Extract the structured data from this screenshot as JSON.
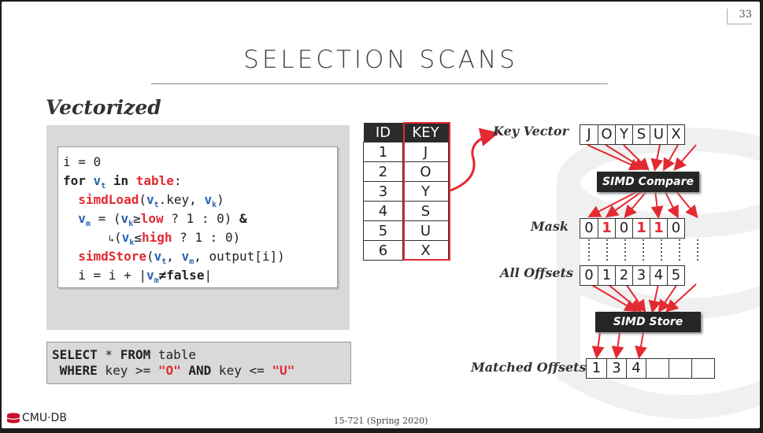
{
  "slide": {
    "page_number": "33",
    "title": "SELECTION SCANS",
    "subtitle": "Vectorized",
    "footer": "15-721 (Spring 2020)",
    "logo": "CMU·DB"
  },
  "code": {
    "line1": "i = 0",
    "line2_kw": "for",
    "line2_v": "v",
    "line2_sub": "t",
    "line2_in": "in",
    "line2_table": "table",
    "line2_colon": ":",
    "line3_fn": "simdLoad",
    "line3_a": "(",
    "line3_v": "v",
    "line3_sub": "t",
    "line3_b": ".key, ",
    "line3_vk": "v",
    "line3_vk_sub": "k",
    "line3_c": ")",
    "line4_v": "v",
    "line4_sub": "m",
    "line4_a": " = (",
    "line4_vk": "v",
    "line4_vk_sub": "k",
    "line4_ge": "≥",
    "line4_low": "low",
    "line4_b": " ? 1 : 0) ",
    "line4_amp": "&",
    "line5_arrow": "↳",
    "line5_a": "(",
    "line5_vk": "v",
    "line5_vk_sub": "k",
    "line5_le": "≤",
    "line5_high": "high",
    "line5_b": " ? 1 : 0)",
    "line6_fn": "simdStore",
    "line6_a": "(",
    "line6_v": "v",
    "line6_sub": "t",
    "line6_b": ", ",
    "line6_vm": "v",
    "line6_vm_sub": "m",
    "line6_c": ", output[i])",
    "line7_a": "i = i + |",
    "line7_v": "v",
    "line7_sub": "m",
    "line7_ne": "≠",
    "line7_false": "false",
    "line7_b": "|"
  },
  "sql": {
    "l1_select": "SELECT",
    "l1_star": " * ",
    "l1_from": "FROM",
    "l1_table": " table",
    "l2_where": " WHERE",
    "l2_key": " key >= ",
    "l2_o": "\"O\"",
    "l2_and": " AND",
    "l2_key2": " key <= ",
    "l2_u": "\"U\""
  },
  "table": {
    "headers": [
      "ID",
      "KEY"
    ],
    "rows": [
      [
        "1",
        "J"
      ],
      [
        "2",
        "O"
      ],
      [
        "3",
        "Y"
      ],
      [
        "4",
        "S"
      ],
      [
        "5",
        "U"
      ],
      [
        "6",
        "X"
      ]
    ]
  },
  "diagram": {
    "key_vector_label": "Key Vector",
    "key_vector": [
      "J",
      "O",
      "Y",
      "S",
      "U",
      "X"
    ],
    "compare_label": "SIMD Compare",
    "mask_label": "Mask",
    "mask": [
      "0",
      "1",
      "0",
      "1",
      "1",
      "0"
    ],
    "offsets_label": "All Offsets",
    "offsets": [
      "0",
      "1",
      "2",
      "3",
      "4",
      "5"
    ],
    "store_label": "SIMD Store",
    "matched_label": "Matched Offsets",
    "matched": [
      "1",
      "3",
      "4",
      "",
      "",
      ""
    ]
  },
  "colors": {
    "accent_red": "#e32a32",
    "accent_blue": "#2a62b4",
    "dark_op": "#262626"
  }
}
